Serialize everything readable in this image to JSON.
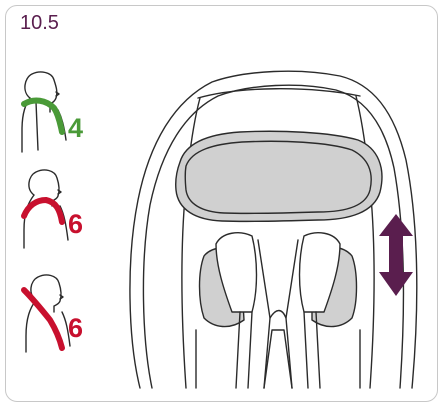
{
  "step_label": "10.5",
  "belt_positions": [
    {
      "number": "4",
      "status": "correct",
      "color": "#4a9a38"
    },
    {
      "number": "6",
      "status": "incorrect",
      "color": "#c8102e"
    },
    {
      "number": "6",
      "status": "incorrect",
      "color": "#c8102e"
    }
  ],
  "colors": {
    "step_text": "#5a1e4e",
    "arrow": "#5a1e4e",
    "headrest_fill": "#d0d0d0",
    "panel_border": "#c8c8c8"
  },
  "icons": {
    "adjust": "double-arrow-vertical-icon"
  }
}
